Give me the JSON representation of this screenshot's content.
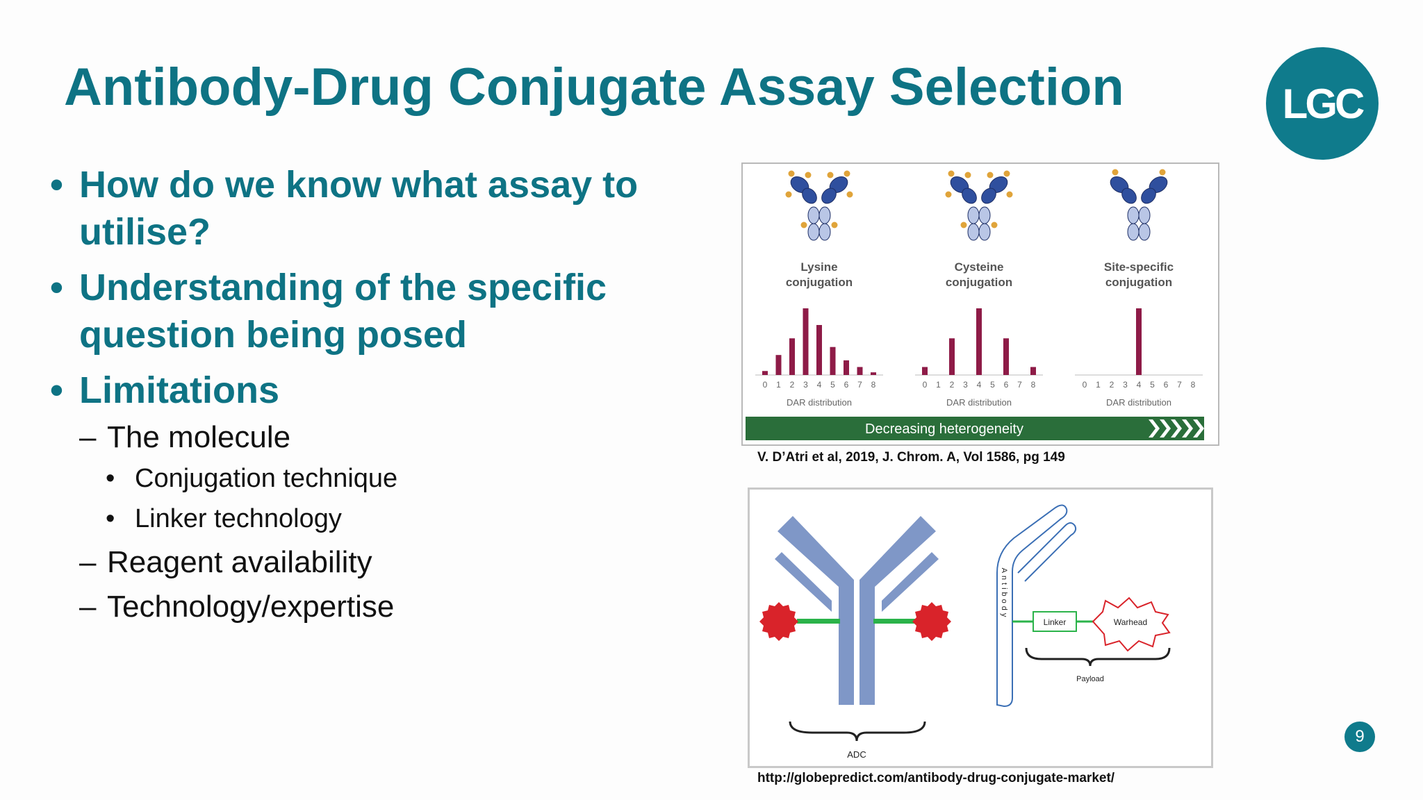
{
  "slide": {
    "title": "Antibody-Drug Conjugate Assay Selection",
    "logo_text": "LGC",
    "page_number": "9"
  },
  "bullets": {
    "q1": "How do we know what assay to utilise?",
    "q2": "Understanding of the specific question being posed",
    "limitations": "Limitations",
    "molecule": "The molecule",
    "conjugation": "Conjugation technique",
    "linker": "Linker technology",
    "reagent": "Reagent availability",
    "technology": "Technology/expertise"
  },
  "figure_conjugation": {
    "caption": "V. D’Atri et al, 2019,  J. Chrom. A,  Vol 1586, pg 149",
    "banner_text": "Decreasing heterogeneity",
    "colors": {
      "bar": "#8e1b47",
      "banner": "#2a6e3a",
      "antibody": "#2f4f9e",
      "drug": "#e0a43a"
    },
    "panels": [
      {
        "label_line1": "Lysine",
        "label_line2": "conjugation",
        "axis_label": "DAR distribution",
        "ticks": [
          "0",
          "1",
          "2",
          "3",
          "4",
          "5",
          "6",
          "7",
          "8"
        ],
        "values": [
          0.06,
          0.3,
          0.55,
          1.0,
          0.75,
          0.42,
          0.22,
          0.12,
          0.04
        ]
      },
      {
        "label_line1": "Cysteine",
        "label_line2": "conjugation",
        "axis_label": "DAR distribution",
        "ticks": [
          "0",
          "1",
          "2",
          "3",
          "4",
          "5",
          "6",
          "7",
          "8"
        ],
        "values": [
          0.12,
          0,
          0.55,
          0,
          1.0,
          0,
          0.55,
          0,
          0.12
        ]
      },
      {
        "label_line1": "Site-specific",
        "label_line2": "conjugation",
        "axis_label": "DAR distribution",
        "ticks": [
          "0",
          "1",
          "2",
          "3",
          "4",
          "5",
          "6",
          "7",
          "8"
        ],
        "values": [
          0,
          0,
          0,
          0,
          1.0,
          0,
          0,
          0,
          0
        ]
      }
    ]
  },
  "figure_adc": {
    "caption": "http://globepredict.com/antibody-drug-conjugate-market/",
    "adc_label": "ADC",
    "antibody_vertical": "Antibody",
    "linker_label": "Linker",
    "warhead_label": "Warhead",
    "payload_label": "Payload",
    "colors": {
      "antibody": "#7f97c7",
      "linker": "#2bb34a",
      "drug": "#d9232a",
      "outline": "#3b6fb5"
    }
  }
}
